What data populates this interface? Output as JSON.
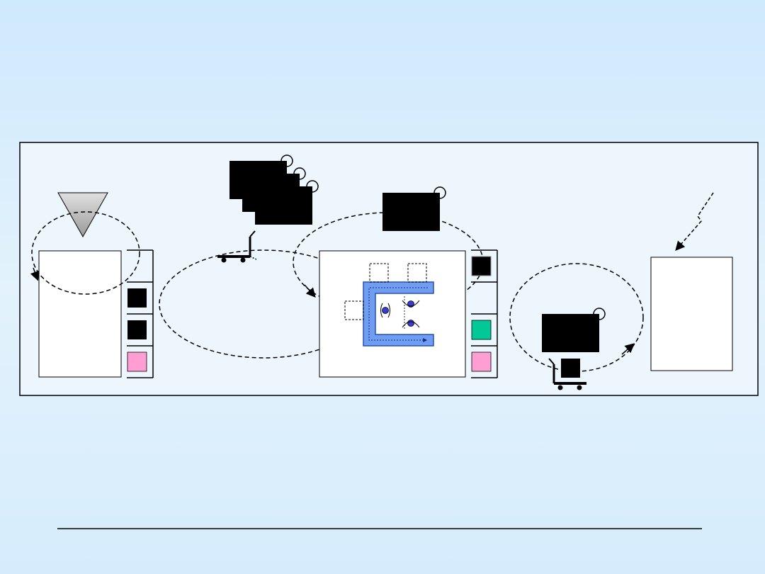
{
  "slide": {
    "background": [
      "#cfe9fd",
      "#e3f2fc"
    ],
    "footer_rule": true
  },
  "diagram": {
    "colors": {
      "frame_stroke": "#000000",
      "frame_fill": "#edf6fd",
      "panel_fill": "#ffffff",
      "block_fill": "#000000",
      "u_channel_fill": "#6f9df0",
      "u_channel_stroke": "#2a4fb8",
      "kanban_green": "#00c896",
      "kanban_pink": "#ff9ed2",
      "supermarket_triangle": "#c8c8c8",
      "dot_fill": "#3a3ad6"
    },
    "icons": {
      "supplier": "triangle-inventory-icon",
      "cart": "hand-truck-icon",
      "work_cell": "u-shaped-cell-icon",
      "signal": "lightning-signal-icon",
      "operators": "operator-dot-icon"
    },
    "stations": [
      "supplier-store",
      "material-handler",
      "u-cell",
      "finished-goods",
      "customer"
    ],
    "left_kanban_slots": [
      "empty",
      "black",
      "black",
      "pink"
    ],
    "right_kanban_slots": [
      "black",
      "empty",
      "green",
      "pink"
    ],
    "stacked_cards_count": 3,
    "operators_count": 3,
    "loops": [
      "supply-loop",
      "withdrawal-loop",
      "production-loop",
      "delivery-loop"
    ]
  }
}
